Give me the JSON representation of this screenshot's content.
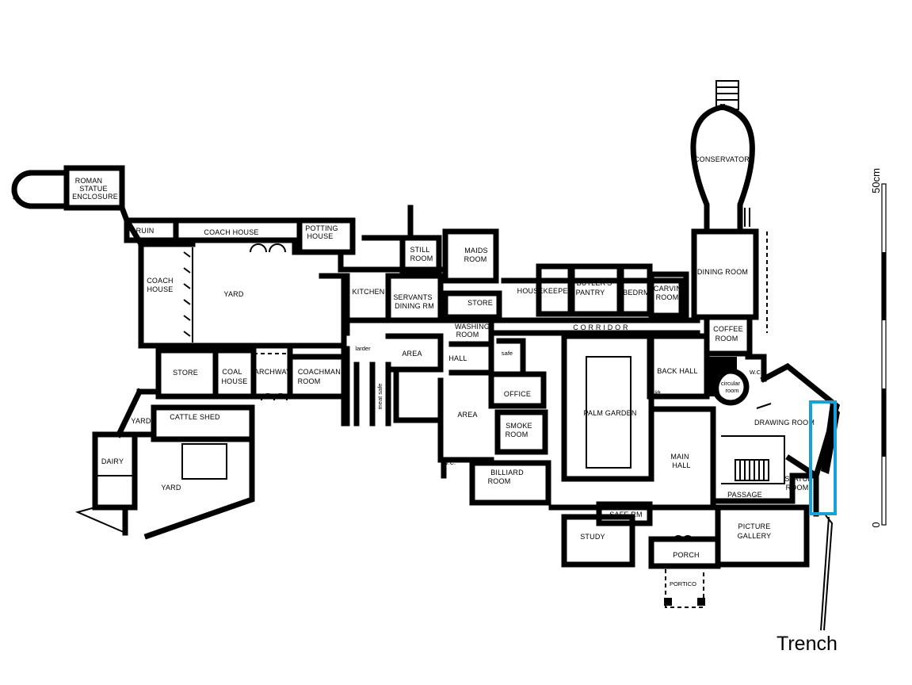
{
  "rooms": {
    "roman_statue_enclosure": [
      "ROMAN",
      "STATUE",
      "ENCLOSURE"
    ],
    "ruin": "RUIN",
    "coach_house_top": "COACH  HOUSE",
    "potting_house": [
      "POTTING",
      "HOUSE"
    ],
    "coach_house_left": [
      "COACH",
      "HOUSE"
    ],
    "yard_main": "YARD",
    "still_room": [
      "STILL",
      "ROOM"
    ],
    "maids_room": [
      "MAIDS",
      "ROOM"
    ],
    "kitchen": "KITCHEN",
    "servants_dining": [
      "SERVANTS",
      "DINING RM"
    ],
    "store_upper": "STORE",
    "housekeeper": "HOUSEKEEPER",
    "butlers_pantry": [
      "BUTLER'S",
      "PANTRY"
    ],
    "bed_rm": "BEDRM",
    "carving_room": [
      "CARVING",
      "ROOM"
    ],
    "conservatory": "CONSERVATORY",
    "dining_room": "DINING ROOM",
    "coffee_room": [
      "COFFEE",
      "ROOM"
    ],
    "washing_room": [
      "WASHING",
      "ROOM"
    ],
    "corridor": "C O R R I D O R",
    "larder": "larder",
    "area_upper": "AREA",
    "hall": "HALL",
    "safe": "safe",
    "back_hall": "BACK HALL",
    "wc_top": "W.C.",
    "circular_room": [
      "circular",
      "room"
    ],
    "store_lower": "STORE",
    "coal_house": [
      "COAL",
      "HOUSE"
    ],
    "archway": "ARCHWAY",
    "coachmans_room": [
      "COACHMANS",
      "ROOM"
    ],
    "meat_safe": "meat safe",
    "office": "OFFICE",
    "lift": "lift",
    "drawing_room": "DRAWING ROOM",
    "yard_small": "YARD",
    "cattle_shed": "CATTLE SHED",
    "area_lower": "AREA",
    "smoke_room": [
      "SMOKE",
      "ROOM"
    ],
    "palm_garden": "PALM GARDEN",
    "main_hall": [
      "MAIN",
      "HALL"
    ],
    "dairy": "DAIRY",
    "yard_lower": "YARD",
    "wc_lower": "W.C.",
    "billiard_room": [
      "BILLIARD",
      "ROOM"
    ],
    "passage": "PASSAGE",
    "statue_room": [
      "STATUE",
      "ROOM"
    ],
    "safe_rm": "SAFE RM",
    "study": "STUDY",
    "picture_gallery": [
      "PICTURE",
      "GALLERY"
    ],
    "porch": "PORCH",
    "portico": "PORTICO"
  },
  "annotation": {
    "label": "Trench",
    "highlight_color": "#1aa0d8"
  },
  "scale_bar": {
    "top_label": "50cm",
    "bottom_label": "0"
  }
}
